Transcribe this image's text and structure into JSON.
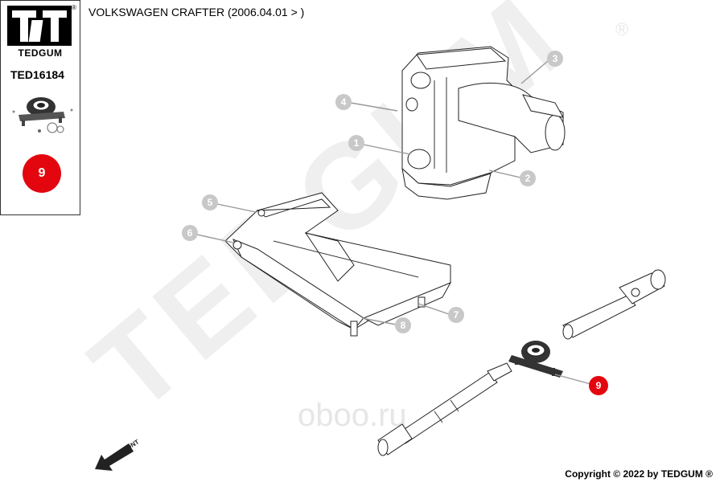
{
  "header": {
    "title": "VOLKSWAGEN CRAFTER  (2006.04.01 > )"
  },
  "sidebar": {
    "brand": "TEDGUM",
    "registered": "®",
    "part_number": "TED16184",
    "badge": "9"
  },
  "watermarks": {
    "brand": "TEDGUM",
    "registered": "®",
    "site": "oboo.ru"
  },
  "diagram": {
    "front_label": "FRONT",
    "callouts": [
      "1",
      "2",
      "3",
      "4",
      "5",
      "6",
      "7",
      "8",
      "9"
    ]
  },
  "footer": {
    "copyright": "Copyright © 2022 by TEDGUM ®"
  },
  "colors": {
    "highlight": "#e3060f",
    "callout_gray": "#c8c8c8"
  }
}
